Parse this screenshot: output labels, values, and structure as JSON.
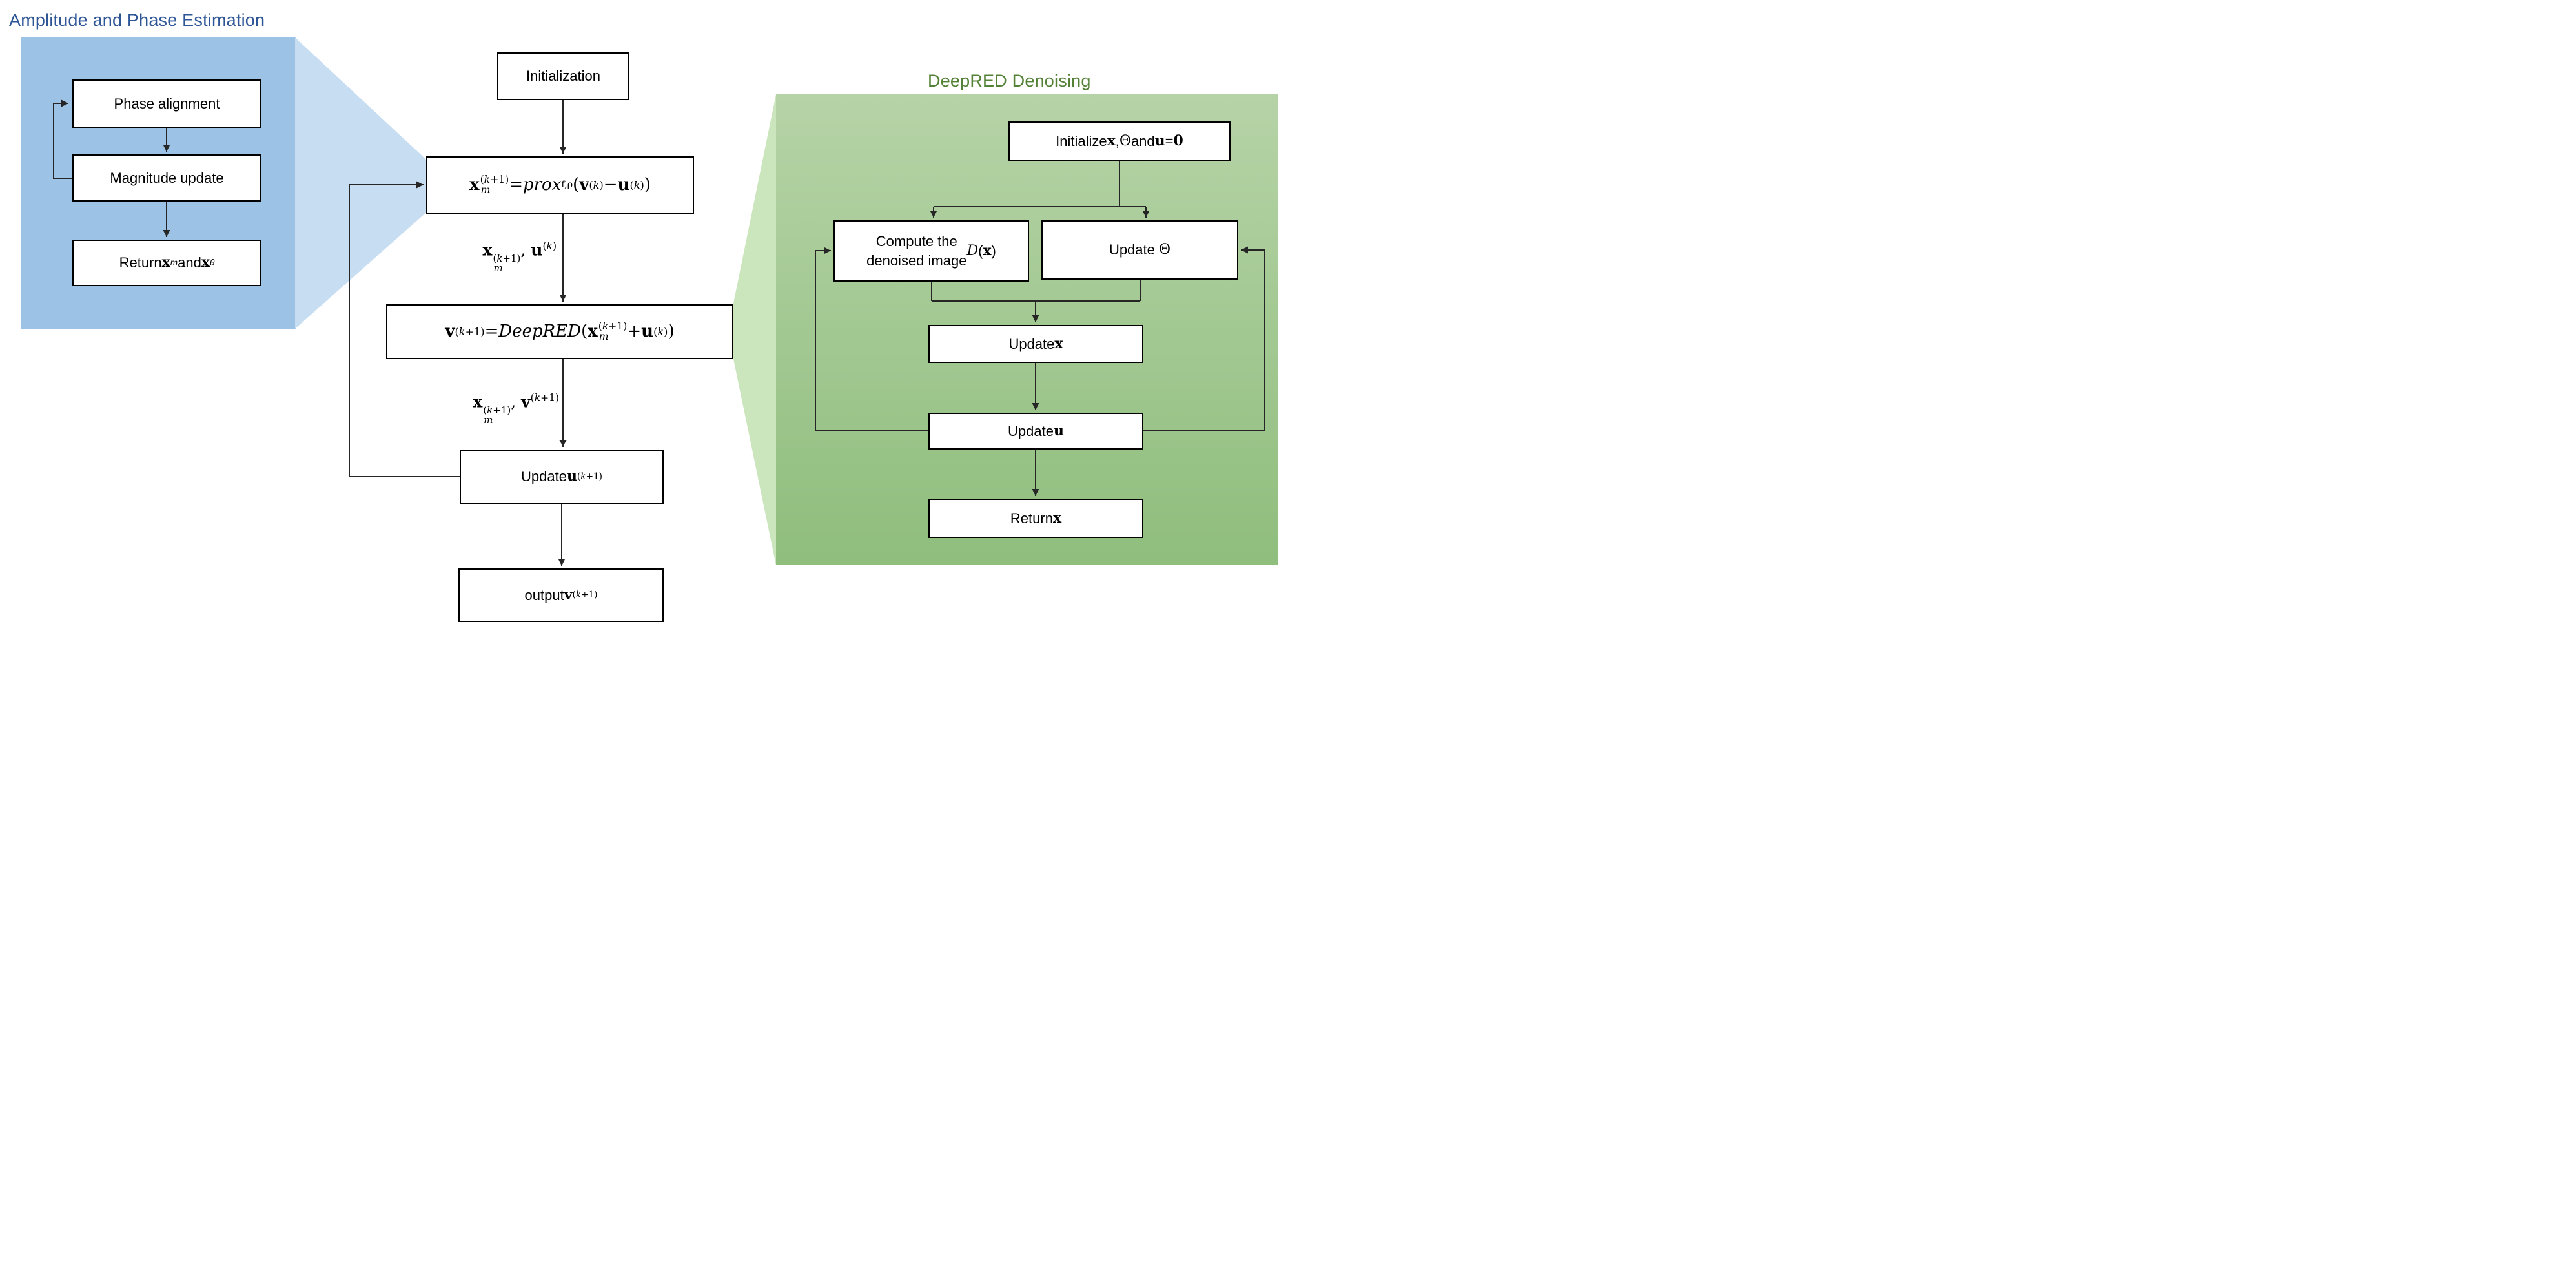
{
  "left_panel": {
    "title": "Amplitude and Phase Estimation",
    "boxes": {
      "phase": "Phase alignment",
      "magnitude": "Magnitude update",
      "return_x": "Return <b class='mv'>x</b><sub><i>m</i></sub> and <b class='mv'>x</b><sub><i>θ</i></sub>"
    }
  },
  "center": {
    "initialization": "Initialization",
    "prox_formula": "<b class='mv'>x</b><span class='st'><span>(<i>k</i>+1)</span><span class='sb'><i>m</i></span></span> = <i class='fn'>prox</i><sub class='ssub'>f,ρ</sub>(<b class='mv'>v</b><sup>(<i>k</i>)</sup> − <b class='mv'>u</b><sup>(<i>k</i>)</sup>)",
    "label_x_u": "<b class='mv'>x</b><span class='st'><span>(<i>k</i>+1)</span><span class='sb'><i>m</i></span></span>, <b class='mv'>u</b><sup>(<i>k</i>)</sup>",
    "deepred_formula": "<b class='mv'>v</b><sup>(<i>k</i>+1)</sup> = <i class='fn'>DeepRED</i>(<b class='mv'>x</b><span class='st'><span>(<i>k</i>+1)</span><span class='sb'><i>m</i></span></span> + <b class='mv'>u</b><sup>(<i>k</i>)</sup>)",
    "label_x_v": "<b class='mv'>x</b><span class='st'><span>(<i>k</i>+1)</span><span class='sb'><i>m</i></span></span>, <b class='mv'>v</b><sup>(<i>k</i>+1)</sup>",
    "update_u": "Update <b class='mv'>u</b><sup class='mth'>(<i>k</i>+1)</sup>",
    "output": "output <b class='mv'>v</b><sup class='mth'>(<i>k</i>+1)</sup>"
  },
  "right_panel": {
    "title": "DeepRED Denoising",
    "boxes": {
      "initialize": "Initialize <b class='mv'>x</b>, <span class='th'>Θ</span> and <b class='mv'>u</b>= <b class='mv'>0</b>",
      "compute": "Compute the<br>denoised image <i class='fn'>D</i>(<b class='mv'>x</b>)",
      "update_theta": "Update&nbsp; <span class='th'>Θ</span>",
      "update_x": "Update <b class='mv'>x</b>",
      "update_u": "Update <b class='mv'>u</b>",
      "return_x": "Return <b class='mv'>x</b>"
    }
  },
  "colors": {
    "left_title": "#2E5697",
    "right_title": "#538135",
    "blue_panel": "#9CC3E6",
    "blue_callout": "#C7DDF1",
    "green_top": "#B6D3A7",
    "green_bottom": "#8FBE7D",
    "green_callout": "#CBE5BD",
    "line": "#262626"
  }
}
